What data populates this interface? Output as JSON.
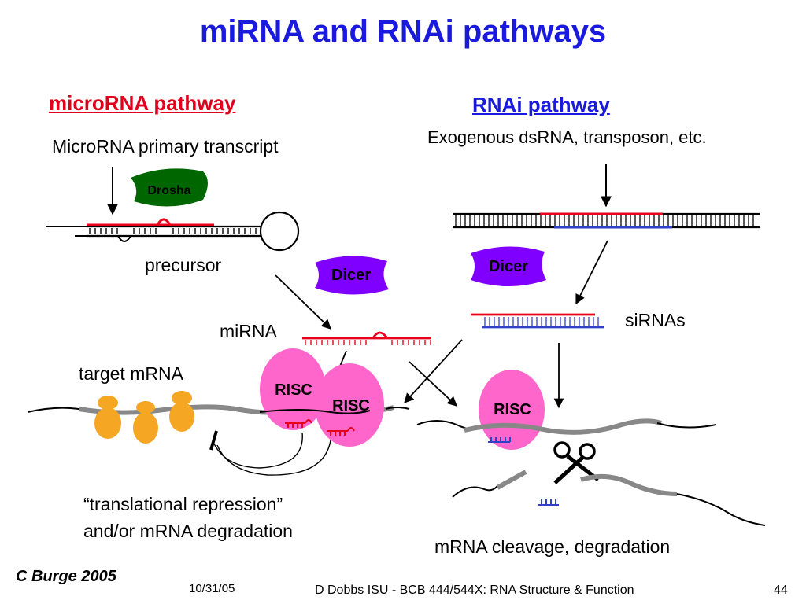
{
  "title": "miRNA and RNAi pathways",
  "colors": {
    "title": "#1a1adf",
    "mirna_header": "#e0001b",
    "rnai_header": "#1a1adf",
    "drosha": "#006600",
    "dicer": "#8000ff",
    "risc": "#ff66cc",
    "ribosome": "#f5a623",
    "strand_red": "#e8001c",
    "strand_blue": "#3040c8",
    "mrna": "#888888"
  },
  "mirna_pathway": {
    "header": "microRNA pathway",
    "primary_transcript": "MicroRNA primary transcript",
    "drosha": "Drosha",
    "precursor": "precursor",
    "dicer": "Dicer",
    "mirna": "miRNA",
    "target_mrna": "target mRNA",
    "risc_1": "RISC",
    "risc_2": "RISC",
    "outcome_line1": "“translational repression”",
    "outcome_line2": "and/or mRNA degradation"
  },
  "rnai_pathway": {
    "header": "RNAi pathway",
    "source": "Exogenous dsRNA, transposon, etc.",
    "dicer": "Dicer",
    "sirnas": "siRNAs",
    "risc": "RISC",
    "outcome": "mRNA cleavage, degradation"
  },
  "footer": {
    "credit": "C Burge 2005",
    "date": "10/31/05",
    "course": "D Dobbs ISU - BCB 444/544X: RNA Structure & Function",
    "page": "44"
  }
}
